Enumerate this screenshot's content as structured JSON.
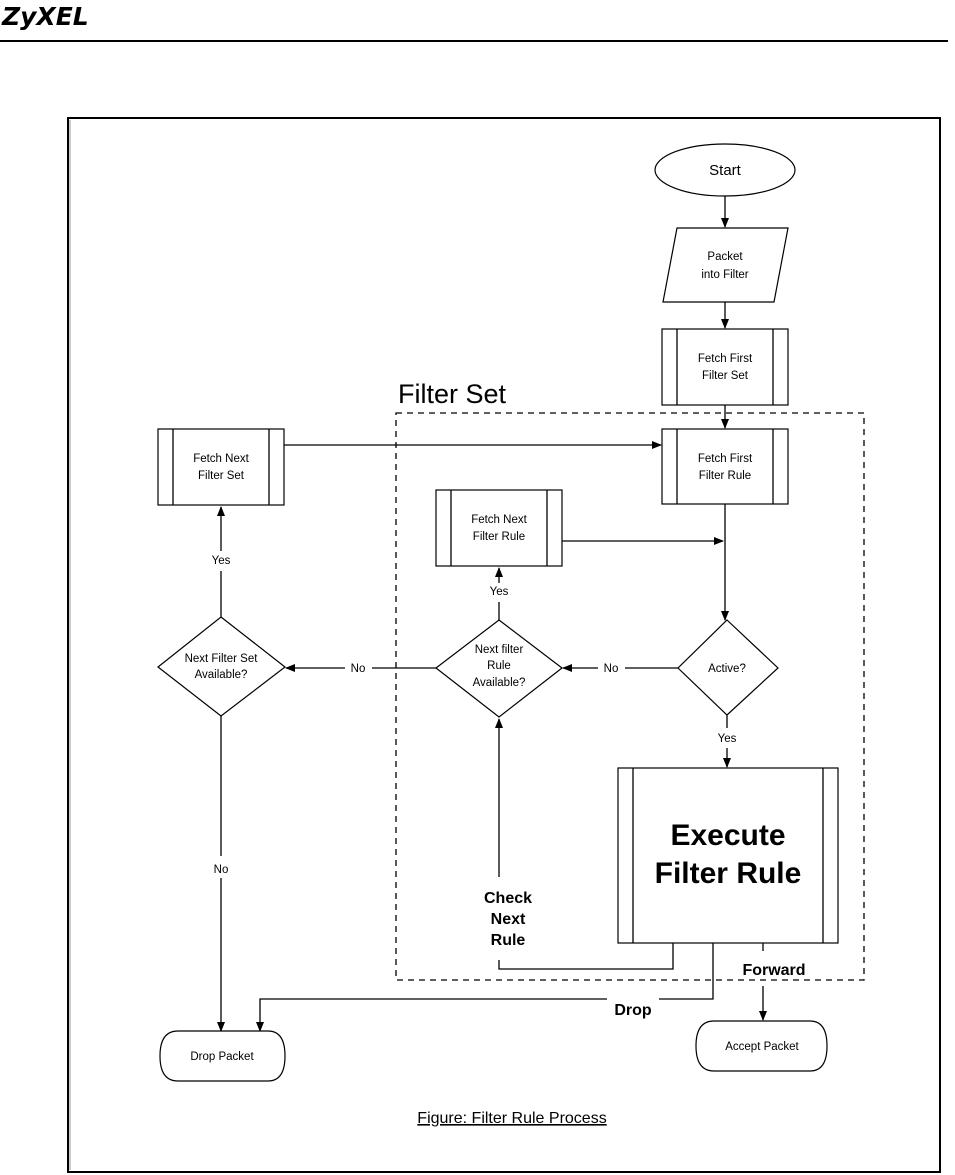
{
  "header": {
    "brand": "ZyXEL"
  },
  "figure": {
    "caption": "Figure: Filter Rule Process",
    "region_label": "Filter Set",
    "nodes": {
      "start": "Start",
      "packet_into_filter": [
        "Packet",
        "into Filter"
      ],
      "fetch_first_filter_set": [
        "Fetch First",
        "Filter Set"
      ],
      "fetch_first_filter_rule": [
        "Fetch First",
        "Filter Rule"
      ],
      "fetch_next_filter_set": [
        "Fetch Next",
        "Filter Set"
      ],
      "fetch_next_filter_rule": [
        "Fetch Next",
        "Filter Rule"
      ],
      "active": "Active?",
      "next_filter_rule_available": [
        "Next filter",
        "Rule",
        "Available?"
      ],
      "next_filter_set_available": [
        "Next Filter Set",
        "Available?"
      ],
      "execute_filter_rule": [
        "Execute",
        "Filter Rule"
      ],
      "drop_packet": "Drop Packet",
      "accept_packet": "Accept Packet"
    },
    "edge_labels": {
      "active_no": "No",
      "active_yes": "Yes",
      "rule_available_no": "No",
      "rule_available_yes": "Yes",
      "set_available_yes": "Yes",
      "set_available_no": "No",
      "check_next_rule": [
        "Check",
        "Next",
        "Rule"
      ],
      "forward": "Forward",
      "drop": "Drop"
    }
  }
}
